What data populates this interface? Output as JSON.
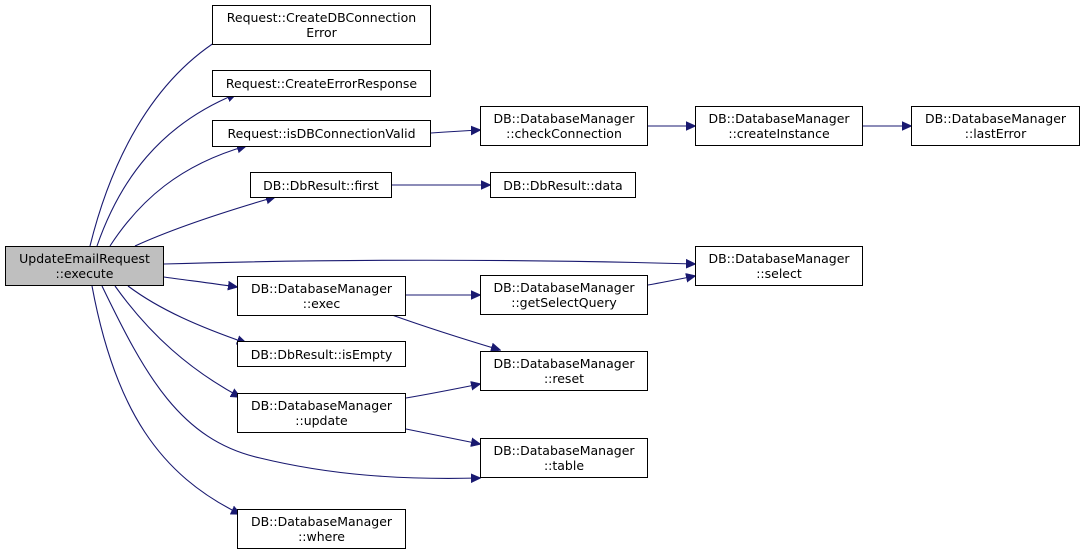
{
  "colors": {
    "edge": "#191970",
    "root_fill": "#bfbfbf",
    "node_fill": "#ffffff",
    "border": "#000000"
  },
  "nodes": {
    "root": {
      "line1": "UpdateEmailRequest",
      "line2": "::execute"
    },
    "create_db_error": {
      "line1": "Request::CreateDBConnection",
      "line2": "Error"
    },
    "create_error_resp": {
      "line1": "Request::CreateErrorResponse"
    },
    "is_db_valid": {
      "line1": "Request::isDBConnectionValid"
    },
    "db_first": {
      "line1": "DB::DbResult::first"
    },
    "db_exec": {
      "line1": "DB::DatabaseManager",
      "line2": "::exec"
    },
    "db_is_empty": {
      "line1": "DB::DbResult::isEmpty"
    },
    "db_update": {
      "line1": "DB::DatabaseManager",
      "line2": "::update"
    },
    "db_where": {
      "line1": "DB::DatabaseManager",
      "line2": "::where"
    },
    "check_connection": {
      "line1": "DB::DatabaseManager",
      "line2": "::checkConnection"
    },
    "db_data": {
      "line1": "DB::DbResult::data"
    },
    "get_select_query": {
      "line1": "DB::DatabaseManager",
      "line2": "::getSelectQuery"
    },
    "db_reset": {
      "line1": "DB::DatabaseManager",
      "line2": "::reset"
    },
    "db_table": {
      "line1": "DB::DatabaseManager",
      "line2": "::table"
    },
    "create_instance": {
      "line1": "DB::DatabaseManager",
      "line2": "::createInstance"
    },
    "db_select": {
      "line1": "DB::DatabaseManager",
      "line2": "::select"
    },
    "last_error": {
      "line1": "DB::DatabaseManager",
      "line2": "::lastError"
    }
  },
  "edges": [
    {
      "from": "root",
      "to": "create_db_error"
    },
    {
      "from": "root",
      "to": "create_error_resp"
    },
    {
      "from": "root",
      "to": "is_db_valid"
    },
    {
      "from": "root",
      "to": "db_first"
    },
    {
      "from": "root",
      "to": "db_select"
    },
    {
      "from": "root",
      "to": "db_exec"
    },
    {
      "from": "root",
      "to": "db_is_empty"
    },
    {
      "from": "root",
      "to": "db_update"
    },
    {
      "from": "root",
      "to": "db_table"
    },
    {
      "from": "root",
      "to": "db_where"
    },
    {
      "from": "is_db_valid",
      "to": "check_connection"
    },
    {
      "from": "check_connection",
      "to": "create_instance"
    },
    {
      "from": "create_instance",
      "to": "last_error"
    },
    {
      "from": "db_first",
      "to": "db_data"
    },
    {
      "from": "db_exec",
      "to": "get_select_query"
    },
    {
      "from": "db_exec",
      "to": "db_reset"
    },
    {
      "from": "get_select_query",
      "to": "db_select"
    },
    {
      "from": "db_update",
      "to": "db_reset"
    },
    {
      "from": "db_update",
      "to": "db_table"
    }
  ]
}
